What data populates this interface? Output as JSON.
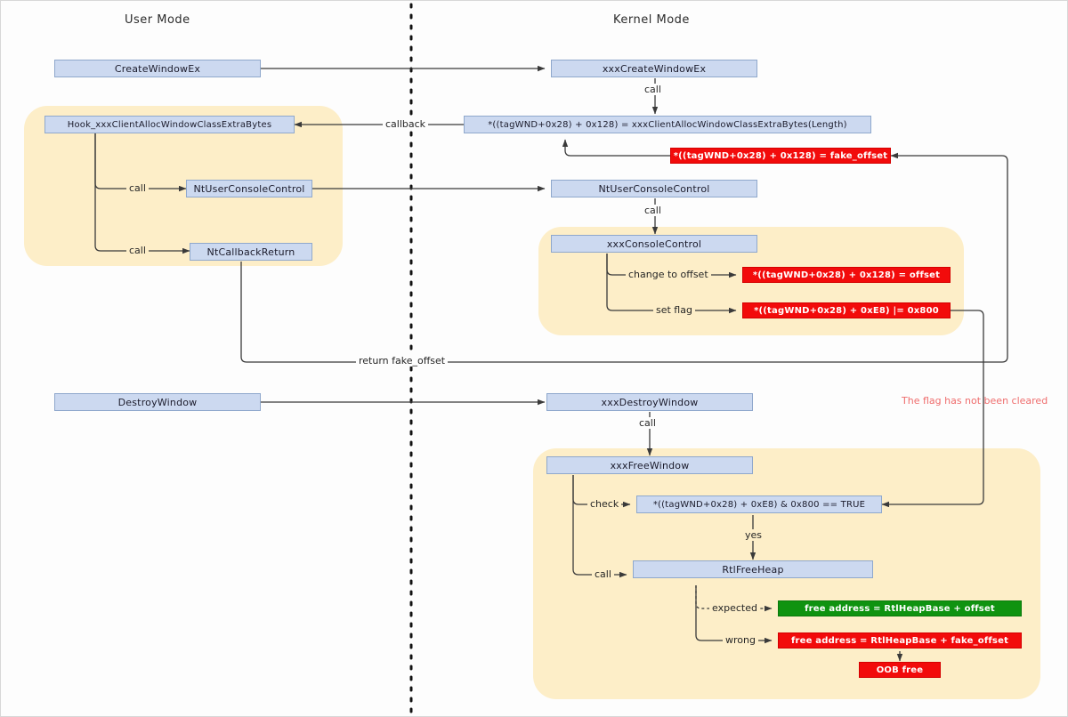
{
  "diagram": {
    "title_user": "User Mode",
    "title_kernel": "Kernel Mode",
    "lanes": [
      {
        "id": "user",
        "label": "User Mode"
      },
      {
        "id": "kernel",
        "label": "Kernel Mode"
      }
    ],
    "nodes": {
      "create_window_ex": {
        "label": "CreateWindowEx",
        "style": "blue",
        "lane": "user"
      },
      "hook_alloc": {
        "label": "Hook_xxxClientAllocWindowClassExtraBytes",
        "style": "blue",
        "lane": "user"
      },
      "nt_user_console": {
        "label": "NtUserConsoleControl",
        "style": "blue",
        "lane": "user"
      },
      "nt_callback_return": {
        "label": "NtCallbackReturn",
        "style": "blue",
        "lane": "user"
      },
      "destroy_window": {
        "label": "DestroyWindow",
        "style": "blue",
        "lane": "user"
      },
      "xxx_create_window_ex": {
        "label": "xxxCreateWindowEx",
        "style": "blue",
        "lane": "kernel"
      },
      "alloc_assign": {
        "label": "*((tagWND+0x28) + 0x128) = xxxClientAllocWindowClassExtraBytes(Length)",
        "style": "blue",
        "lane": "kernel"
      },
      "fake_offset_assign": {
        "label": "*((tagWND+0x28) + 0x128) = fake_offset",
        "style": "red",
        "lane": "kernel"
      },
      "k_nt_user_console": {
        "label": "NtUserConsoleControl",
        "style": "blue",
        "lane": "kernel"
      },
      "xxx_console_control": {
        "label": "xxxConsoleControl",
        "style": "blue",
        "lane": "kernel"
      },
      "offset_assign": {
        "label": "*((tagWND+0x28) + 0x128) = offset",
        "style": "red",
        "lane": "kernel"
      },
      "flag_set": {
        "label": "*((tagWND+0x28) + 0xE8) |= 0x800",
        "style": "red",
        "lane": "kernel"
      },
      "xxx_destroy_window": {
        "label": "xxxDestroyWindow",
        "style": "blue",
        "lane": "kernel"
      },
      "xxx_free_window": {
        "label": "xxxFreeWindow",
        "style": "blue",
        "lane": "kernel"
      },
      "flag_check": {
        "label": "*((tagWND+0x28) + 0xE8) & 0x800 == TRUE",
        "style": "blue",
        "lane": "kernel"
      },
      "rtl_free_heap": {
        "label": "RtlFreeHeap",
        "style": "blue",
        "lane": "kernel"
      },
      "expected_free": {
        "label": "free address = RtlHeapBase + offset",
        "style": "green",
        "lane": "kernel"
      },
      "wrong_free": {
        "label": "free address = RtlHeapBase + fake_offset",
        "style": "red",
        "lane": "kernel"
      },
      "oob_free": {
        "label": "OOB free",
        "style": "red",
        "lane": "kernel"
      }
    },
    "edge_labels": {
      "callback": "callback",
      "call_1": "call",
      "call_2": "call",
      "call_3": "call",
      "call_4": "call",
      "call_5": "call",
      "call_6": "call",
      "call_7": "call",
      "change_to_offset": "change to offset",
      "set_flag": "set flag",
      "return_fake_offset": "return fake_offset",
      "check": "check",
      "yes": "yes",
      "expected": "expected",
      "wrong": "wrong"
    },
    "annotations": {
      "flag_not_cleared": "The flag has not been cleared"
    },
    "colors": {
      "blue_fill": "#ccd9f0",
      "blue_stroke": "#8fa8cc",
      "red_fill": "#f20b0b",
      "green_fill": "#0f9310",
      "group_fill": "#fdeec8",
      "note_red": "#ef6d6d",
      "edge": "#3a3a3a",
      "divider": "#111111",
      "background": "#fdfdfd"
    }
  }
}
